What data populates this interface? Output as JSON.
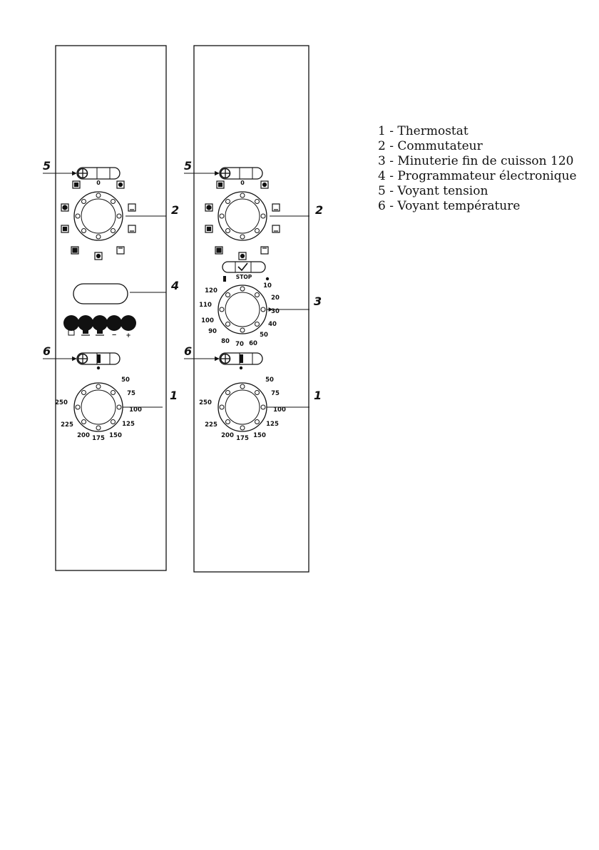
{
  "callouts": {
    "left": {
      "c5": "5",
      "c2": "2",
      "c4": "4",
      "c6": "6",
      "c1": "1"
    },
    "right": {
      "c5": "5",
      "c2": "2",
      "c3": "3",
      "c6": "6",
      "c1": "1"
    }
  },
  "selector": {
    "zero": "0"
  },
  "thermostat_scale": [
    "50",
    "75",
    "100",
    "125",
    "150",
    "175",
    "200",
    "225",
    "250"
  ],
  "timer_scale": [
    "10",
    "20",
    "30",
    "40",
    "50",
    "60",
    "70",
    "80",
    "90",
    "100",
    "110",
    "120"
  ],
  "timer_stop": "STOP",
  "programmer_buttons": [
    "bell-icon",
    "cook-duration-icon",
    "end-cook-icon",
    "minus-icon",
    "plus-icon"
  ],
  "programmer_symbols": {
    "minus": "−",
    "plus": "+"
  },
  "legend": [
    "1 - Thermostat",
    "2 - Commutateur",
    "3 - Minuterie fin de cuisson 120",
    "4 - Programmateur électronique",
    "5 - Voyant tension",
    "6 - Voyant température"
  ]
}
